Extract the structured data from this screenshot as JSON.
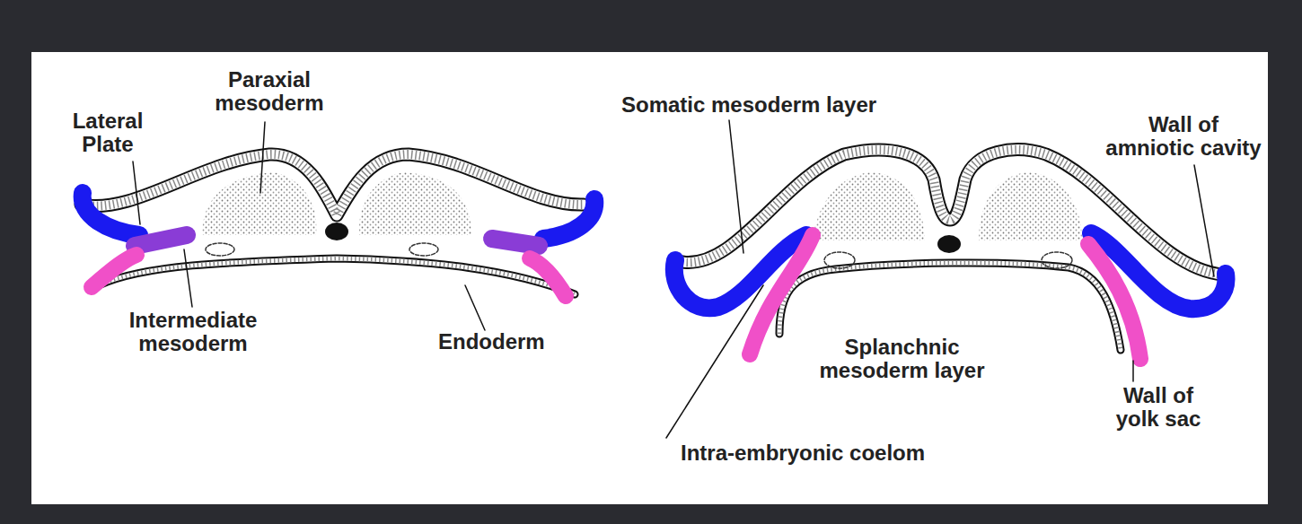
{
  "diagram": {
    "labels": [
      "Paraxial mesoderm",
      "Lateral Plate",
      "Intermediate mesoderm",
      "Endoderm",
      "Somatic mesoderm layer",
      "Wall of amniotic cavity",
      "Splanchnic mesoderm layer",
      "Wall of yolk sac",
      "Intra-embryonic coelom"
    ]
  }
}
